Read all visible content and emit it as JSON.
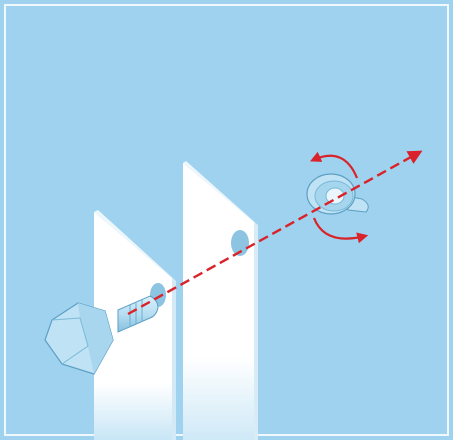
{
  "diagram": {
    "colors": {
      "background": "#9fd2ee",
      "sheet": "#ffffff",
      "sheet_edge": "#d8ecf6",
      "metal": "#bfe3f4",
      "metal_shadow": "#79b9d9",
      "metal_outline": "#5d9fc4",
      "axis_line": "#d9222a",
      "rotation_arrow": "#d9222a"
    },
    "components": [
      "background",
      "back-sheet",
      "front-sheet",
      "hex-bolt",
      "wing-nut",
      "assembly-axis",
      "rotation-arrows"
    ],
    "labels": []
  }
}
